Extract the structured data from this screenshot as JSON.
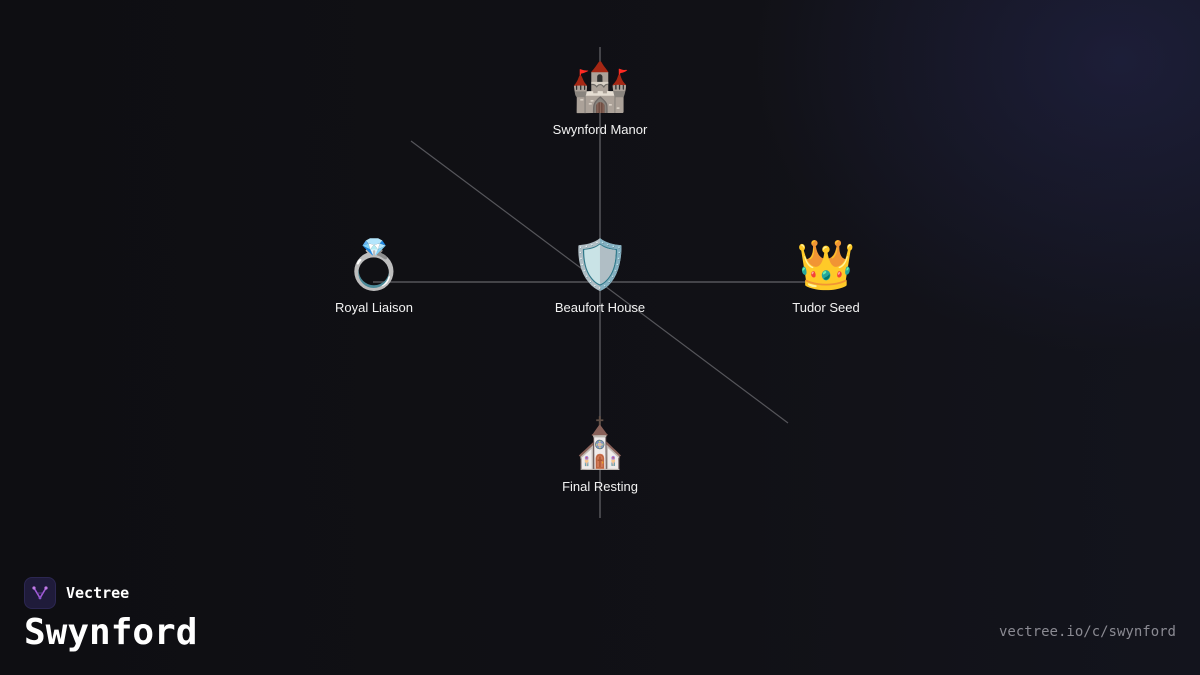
{
  "diagram": {
    "nodes": [
      {
        "id": "center",
        "icon": "🛡️",
        "icon_name": "shield-icon",
        "label": "Beaufort House"
      },
      {
        "id": "top",
        "icon": "🏰",
        "icon_name": "castle-icon",
        "label": "Swynford Manor"
      },
      {
        "id": "left",
        "icon": "💍",
        "icon_name": "ring-icon",
        "label": "Royal Liaison"
      },
      {
        "id": "right",
        "icon": "👑",
        "icon_name": "crown-icon",
        "label": "Tudor Seed"
      },
      {
        "id": "bottom",
        "icon": "⛪",
        "icon_name": "church-icon",
        "label": "Final Resting"
      }
    ],
    "links": [
      {
        "from": "center",
        "to": "top"
      },
      {
        "from": "center",
        "to": "left"
      },
      {
        "from": "center",
        "to": "right"
      },
      {
        "from": "center",
        "to": "bottom"
      }
    ],
    "line_color": "#55555a"
  },
  "brand": {
    "name": "Vectree",
    "logo_icon": "vectree-logo-icon",
    "accent": "#a25bd8"
  },
  "page": {
    "title": "Swynford",
    "url": "vectree.io/c/swynford"
  }
}
